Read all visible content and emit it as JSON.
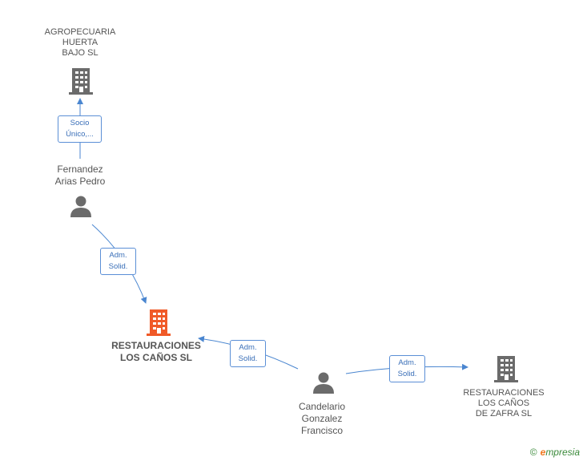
{
  "nodes": {
    "agropecuaria": {
      "label": "AGROPECUARIA\nHUERTA\nBAJO  SL",
      "icon": "building-icon",
      "color": "#6b6b6b"
    },
    "fernandez": {
      "label": "Fernandez\nArias Pedro",
      "icon": "person-icon",
      "color": "#6b6b6b"
    },
    "restauraciones_main": {
      "label": "RESTAURACIONES\nLOS CAÑOS SL",
      "icon": "building-icon",
      "color": "#f05a28"
    },
    "candelario": {
      "label": "Candelario\nGonzalez\nFrancisco",
      "icon": "person-icon",
      "color": "#6b6b6b"
    },
    "restauraciones_zafra": {
      "label": "RESTAURACIONES\nLOS CAÑOS\nDE ZAFRA SL",
      "icon": "building-icon",
      "color": "#6b6b6b"
    }
  },
  "edges": {
    "socio": "Socio\nÚnico,...",
    "adm1": "Adm.\nSolid.",
    "adm2": "Adm.\nSolid.",
    "adm3": "Adm.\nSolid."
  },
  "colors": {
    "edge": "#4a86d0"
  },
  "footer": {
    "copyright": "©",
    "brand_e": "e",
    "brand_rest": "mpresia"
  }
}
